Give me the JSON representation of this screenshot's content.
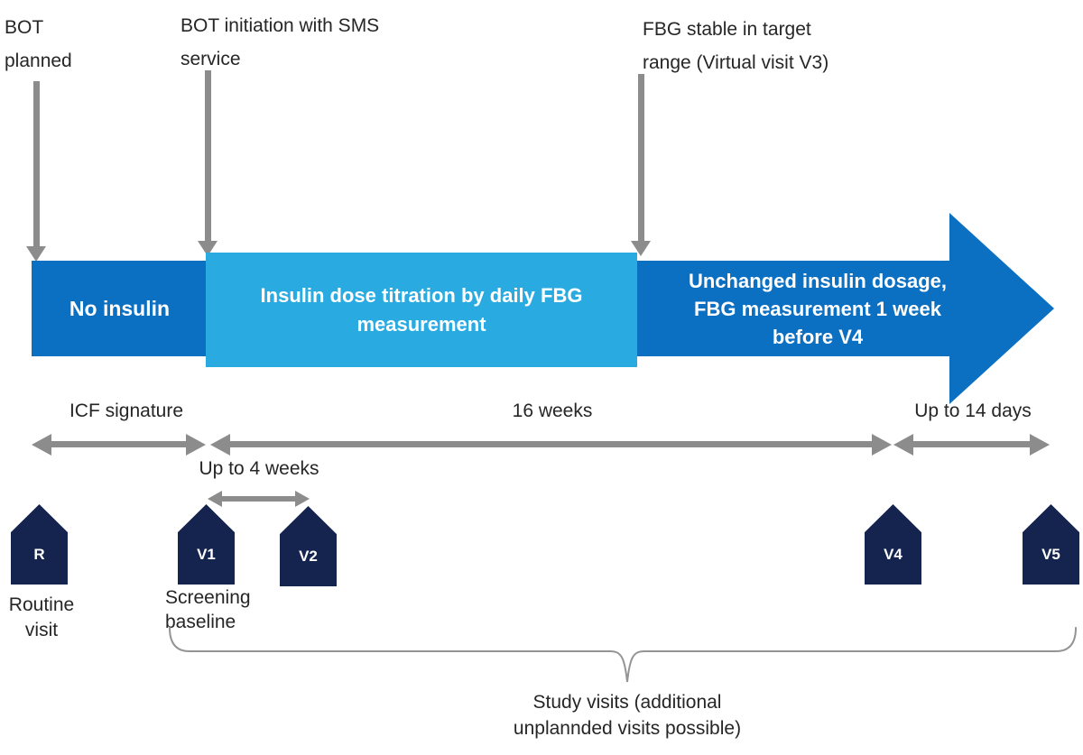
{
  "colors": {
    "dark_blue": "#0b6fc2",
    "light_blue": "#29abe2",
    "navy": "#15244f",
    "arrow_gray": "#8c8c8c",
    "brace_gray": "#949494",
    "text_dark": "#262626"
  },
  "callouts": [
    {
      "id": "bot-planned",
      "lines": [
        "BOT",
        "planned"
      ]
    },
    {
      "id": "bot-initiation",
      "lines": [
        "BOT initiation with SMS",
        "service"
      ]
    },
    {
      "id": "fbg-stable",
      "lines": [
        "FBG stable in target",
        "range (Virtual visit V3)"
      ]
    }
  ],
  "timeline": {
    "no_insulin": "No insulin",
    "titration_lines": [
      "Insulin dose titration by daily FBG",
      "measurement"
    ],
    "unchanged_lines": [
      "Unchanged insulin dosage,",
      "FBG measurement 1 week",
      "before V4"
    ]
  },
  "durations": {
    "icf": "ICF signature",
    "sixteen_weeks": "16 weeks",
    "fourteen_days": "Up to 14 days",
    "four_weeks": "Up to 4 weeks"
  },
  "visits": [
    {
      "code": "R"
    },
    {
      "code": "V1"
    },
    {
      "code": "V2"
    },
    {
      "code": "V4"
    },
    {
      "code": "V5"
    }
  ],
  "visit_notes": {
    "routine_lines": [
      "Routine",
      "visit"
    ],
    "screening_lines": [
      "Screening",
      "baseline"
    ]
  },
  "brace_note_lines": [
    "Study visits (additional",
    "unplannded visits possible)"
  ]
}
